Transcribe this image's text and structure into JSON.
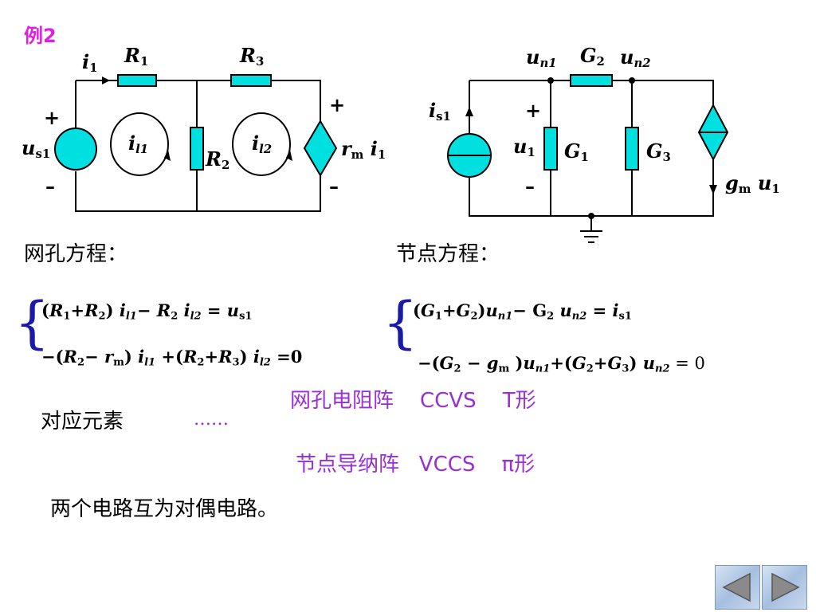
{
  "example_label": "例2",
  "left_circuit": {
    "i1": [
      "i",
      "1"
    ],
    "R1": [
      "R",
      "1"
    ],
    "R3": [
      "R",
      "3"
    ],
    "R2": [
      "R",
      "2"
    ],
    "us1": [
      "u",
      "s1"
    ],
    "il1": [
      "i",
      "l1"
    ],
    "il2": [
      "i",
      "l2"
    ],
    "rm": [
      "r",
      "m"
    ],
    "rm_i": [
      "i",
      "1"
    ],
    "plus": "+",
    "minus": "–"
  },
  "right_circuit": {
    "un1": [
      "u",
      "n1"
    ],
    "G2": [
      "G",
      "2"
    ],
    "un2": [
      "u",
      "n2"
    ],
    "is1": [
      "i",
      "s1"
    ],
    "u1": [
      "u",
      "1"
    ],
    "G1": [
      "G",
      "1"
    ],
    "G3": [
      "G",
      "3"
    ],
    "gm": [
      "g",
      "m"
    ],
    "gm_u": [
      "u",
      "1"
    ],
    "plus": "+",
    "minus": "–"
  },
  "mesh_title": "网孔方程：",
  "node_title": "节点方程：",
  "mesh_eq": {
    "line1": [
      "(",
      "R",
      "1",
      "+",
      "R",
      "2",
      ") ",
      "i",
      "l1",
      "−  ",
      "R",
      "2",
      " ",
      "i",
      "l2",
      " = ",
      "u",
      "s1"
    ],
    "line2": [
      "−(",
      "R",
      "2",
      "− ",
      "r",
      "m",
      ") ",
      "i",
      "l1",
      " +(",
      "R",
      "2",
      "+",
      "R",
      "3",
      ") ",
      "i",
      "l2",
      " =0"
    ]
  },
  "node_eq": {
    "line1": [
      "(",
      "G",
      "1",
      "+",
      "G",
      "2",
      ")",
      "u",
      "n1",
      "−  G",
      "2",
      " ",
      "u",
      "n2",
      " = ",
      "i",
      "s1"
    ],
    "line2": [
      "−(",
      "G",
      "2",
      " − ",
      "g",
      "m",
      " )",
      "u",
      "n1",
      "+(",
      "G",
      "2",
      "+",
      "G",
      "3",
      ") ",
      "u",
      "n2",
      " =  0"
    ]
  },
  "correspondence": {
    "row1": "网孔电阻阵    CCVS    T形",
    "label": "对应元素",
    "dots": "……",
    "row2": "节点导纳阵   VCCS    π形"
  },
  "conclusion": "两个电路互为对偶电路。",
  "nav": {
    "prev": "previous-slide",
    "next": "next-slide"
  },
  "colors": {
    "element_fill": "#00e0e0",
    "text_purple": "#9a2fd6",
    "title_magenta": "#e020e0"
  }
}
